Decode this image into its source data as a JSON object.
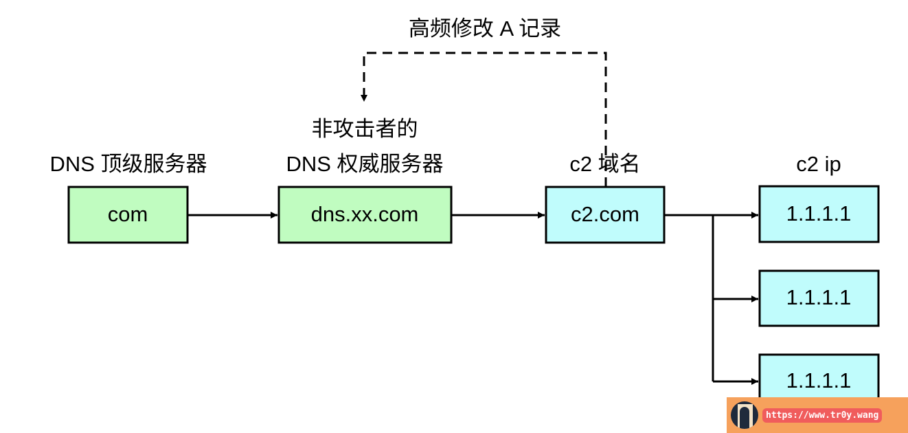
{
  "labels": {
    "top_annotation": "高频修改 A 记录",
    "tld_server": "DNS 顶级服务器",
    "auth_server_line1": "非攻击者的",
    "auth_server_line2": "DNS 权威服务器",
    "c2_domain": "c2 域名",
    "c2_ip": "c2 ip"
  },
  "nodes": {
    "tld": "com",
    "auth": "dns.xx.com",
    "c2": "c2.com",
    "ips": [
      "1.1.1.1",
      "1.1.1.1",
      "1.1.1.1"
    ]
  },
  "colors": {
    "green_box": "#c0fcc0",
    "cyan_box": "#c0fcfc"
  },
  "watermark": {
    "url": "https://www.tr0y.wang"
  }
}
